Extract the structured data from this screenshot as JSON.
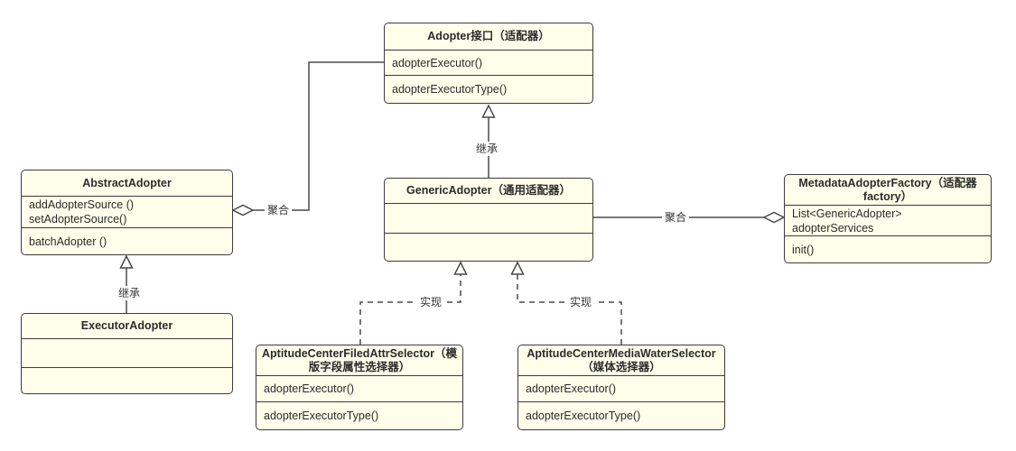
{
  "diagram": {
    "classes": {
      "adopter_interface": {
        "title": "Adopter接口（适配器）",
        "method1": "adopterExecutor()",
        "method2": "adopterExecutorType()"
      },
      "abstract_adopter": {
        "title": "AbstractAdopter",
        "attr_line1": "addAdopterSource ()",
        "attr_line2": "setAdopterSource()",
        "method1": "batchAdopter ()"
      },
      "generic_adopter": {
        "title": "GenericAdopter（通用适配器）"
      },
      "metadata_adopter_factory": {
        "title": "MetadataAdopterFactory（适配器factory）",
        "attr1": "List<GenericAdopter> adopterServices",
        "method1": "init()"
      },
      "executor_adopter": {
        "title": "ExecutorAdopter"
      },
      "filed_attr_selector": {
        "title": "AptitudeCenterFiledAttrSelector（模版字段属性选择器）",
        "method1": "adopterExecutor()",
        "method2": "adopterExecutorType()"
      },
      "media_water_selector": {
        "title": "AptitudeCenterMediaWaterSelector（媒体选择器）",
        "method1": "adopterExecutor()",
        "method2": "adopterExecutorType()"
      }
    },
    "edge_labels": {
      "inherit_generic": "继承",
      "inherit_executor": "继承",
      "aggregate_abstract": "聚合",
      "aggregate_factory": "聚合",
      "realize_filed": "实现",
      "realize_media": "实现"
    },
    "colors": {
      "box_fill": "#FFFEEA",
      "box_border": "#3C3C3C",
      "line": "#4A4A4A",
      "canvas": "#FFFFFF"
    }
  }
}
